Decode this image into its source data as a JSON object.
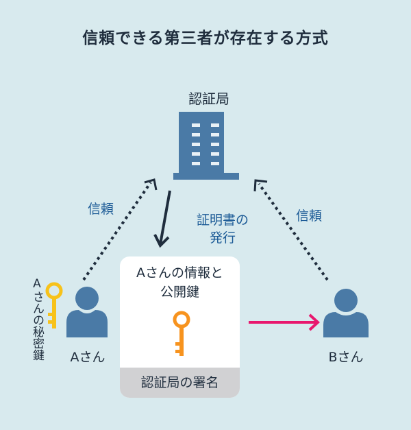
{
  "title": "信頼できる第三者が存在する方式",
  "certificate_authority": {
    "label": "認証局",
    "icon": "building-icon"
  },
  "arrows": {
    "trust_left_label": "信頼",
    "trust_right_label": "信頼",
    "issue_label_line1": "証明書の",
    "issue_label_line2": "発行"
  },
  "certificate_card": {
    "line1": "Aさんの情報と",
    "line2": "公開鍵",
    "footer": "認証局の署名",
    "key_icon": "public-key-icon"
  },
  "user_a": {
    "name": "Aさん",
    "secret_key_label": "Aさんの秘密鍵",
    "key_icon": "secret-key-icon"
  },
  "user_b": {
    "name": "Bさん"
  },
  "colors": {
    "background": "#d8eaee",
    "person": "#4a7aa6",
    "building": "#4a7aa6",
    "label_blue": "#1b5a96",
    "dark": "#1f2d3d",
    "public_key": "#f7931e",
    "secret_key": "#f7c21a",
    "send_arrow": "#e8186e",
    "card_footer": "#d1d1d3"
  }
}
